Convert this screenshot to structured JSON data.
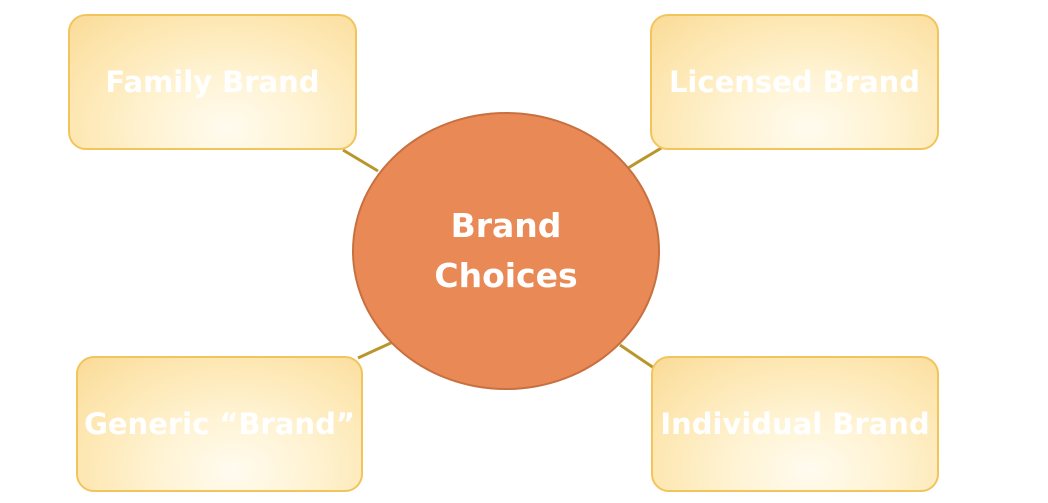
{
  "hub": {
    "label": "Brand Choices"
  },
  "nodes": {
    "family": {
      "label": "Family Brand"
    },
    "licensed": {
      "label": "Licensed Brand"
    },
    "generic": {
      "label": "Generic “Brand”"
    },
    "individual": {
      "label": "Individual Brand"
    }
  },
  "colors": {
    "hub_fill": "#e98a56",
    "node_fill": "#fde7b2",
    "node_border": "#f2c55c",
    "connector": "#b9962c",
    "text": "#ffffff"
  }
}
